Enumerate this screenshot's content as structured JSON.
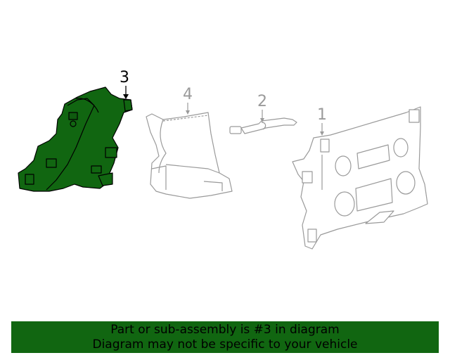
{
  "diagram": {
    "highlight_color": "#116611",
    "outline_gray": "#9a9a9a",
    "parts": [
      {
        "callout": "1",
        "highlighted": false,
        "description": "control panel bezel/frame with circular knob openings"
      },
      {
        "callout": "2",
        "highlighted": false,
        "description": "small wire harness / connector"
      },
      {
        "callout": "3",
        "highlighted": true,
        "description": "bracket / housing (highlighted in green)"
      },
      {
        "callout": "4",
        "highlighted": false,
        "description": "curved trim panel with base"
      }
    ]
  },
  "banner": {
    "line1": "Part or sub-assembly is #3 in diagram",
    "line2": "Diagram may not be specific to your vehicle",
    "background": "#116611"
  }
}
